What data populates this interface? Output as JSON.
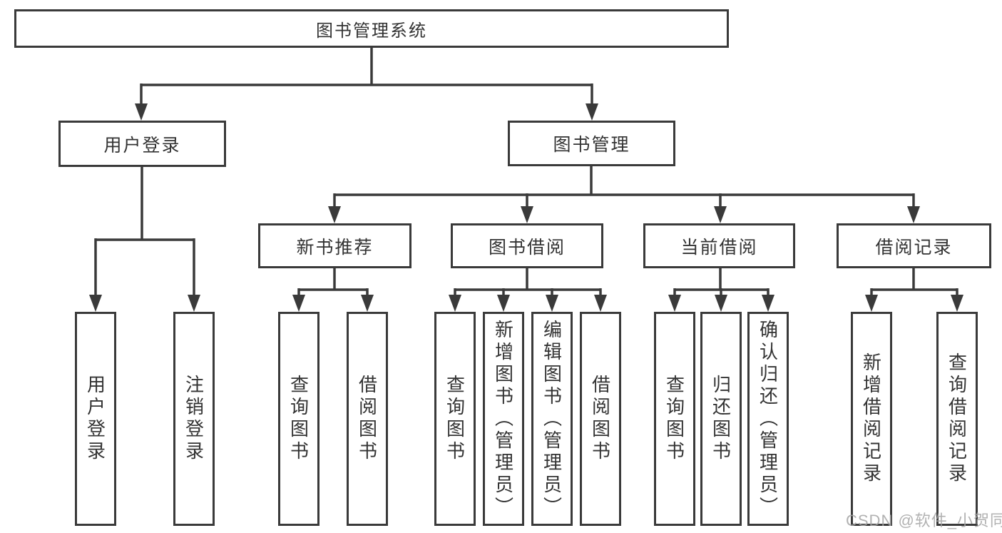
{
  "tree": {
    "label": "图书管理系统",
    "children": [
      {
        "label": "用户登录",
        "children": [
          {
            "label": "用户登录"
          },
          {
            "label": "注销登录"
          }
        ]
      },
      {
        "label": "图书管理",
        "children": [
          {
            "label": "新书推荐",
            "children": [
              {
                "label": "查询图书"
              },
              {
                "label": "借阅图书"
              }
            ]
          },
          {
            "label": "图书借阅",
            "children": [
              {
                "label": "查询图书"
              },
              {
                "label": "新增图书（管理员）"
              },
              {
                "label": "编辑图书（管理员）"
              },
              {
                "label": "借阅图书"
              }
            ]
          },
          {
            "label": "当前借阅",
            "children": [
              {
                "label": "查询图书"
              },
              {
                "label": "归还图书"
              },
              {
                "label": "确认归还（管理员）"
              }
            ]
          },
          {
            "label": "借阅记录",
            "children": [
              {
                "label": "新增借阅记录"
              },
              {
                "label": "查询借阅记录"
              }
            ]
          }
        ]
      }
    ]
  },
  "watermark": {
    "text": "CSDN @软件_小贺同学"
  },
  "colors": {
    "line": "#3a3a3a",
    "text": "#333333",
    "box_background": "#ffffff",
    "watermark": "#a5a5a5"
  }
}
